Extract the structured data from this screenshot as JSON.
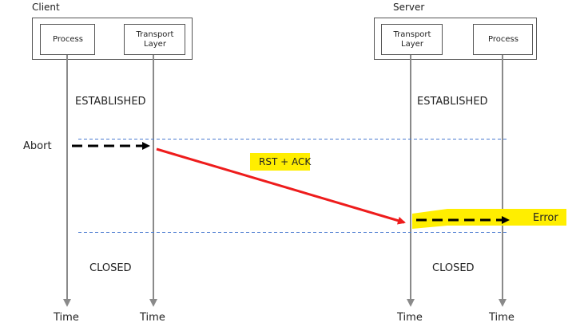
{
  "client": {
    "title": "Client",
    "process_label": "Process",
    "transport_label": "Transport\nLayer"
  },
  "server": {
    "title": "Server",
    "transport_label": "Transport\nLayer",
    "process_label": "Process"
  },
  "states": {
    "client_established": "ESTABLISHED",
    "server_established": "ESTABLISHED",
    "client_closed": "CLOSED",
    "server_closed": "CLOSED"
  },
  "events": {
    "abort": "Abort",
    "segment": "RST + ACK",
    "error": "Error"
  },
  "timelines": [
    "Time",
    "Time",
    "Time",
    "Time"
  ],
  "colors": {
    "segment_arrow": "#ee1c1c",
    "highlight": "#ffee00",
    "state_divider": "#4a7bd0",
    "timeline": "#8a8a8a",
    "box_border": "#555555"
  }
}
